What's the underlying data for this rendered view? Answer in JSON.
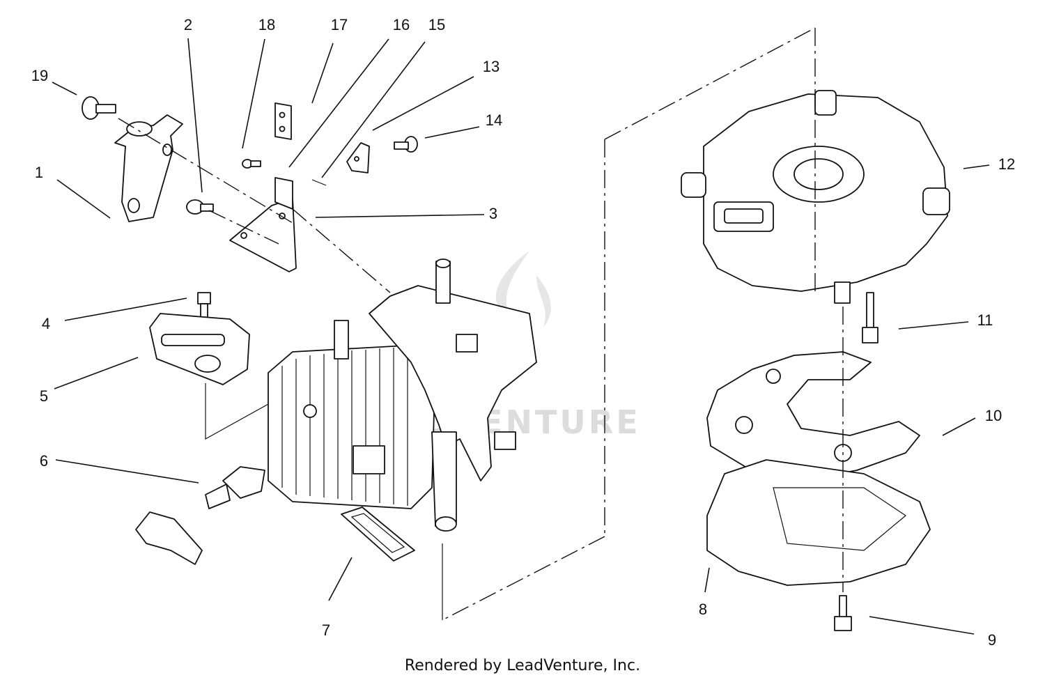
{
  "diagram": {
    "callouts": [
      "1",
      "2",
      "3",
      "4",
      "5",
      "6",
      "7",
      "8",
      "9",
      "10",
      "11",
      "12",
      "13",
      "14",
      "15",
      "16",
      "17",
      "18",
      "19"
    ],
    "watermark_text": "LEADVENTURE",
    "footer_text": "Rendered by LeadVenture, Inc."
  }
}
